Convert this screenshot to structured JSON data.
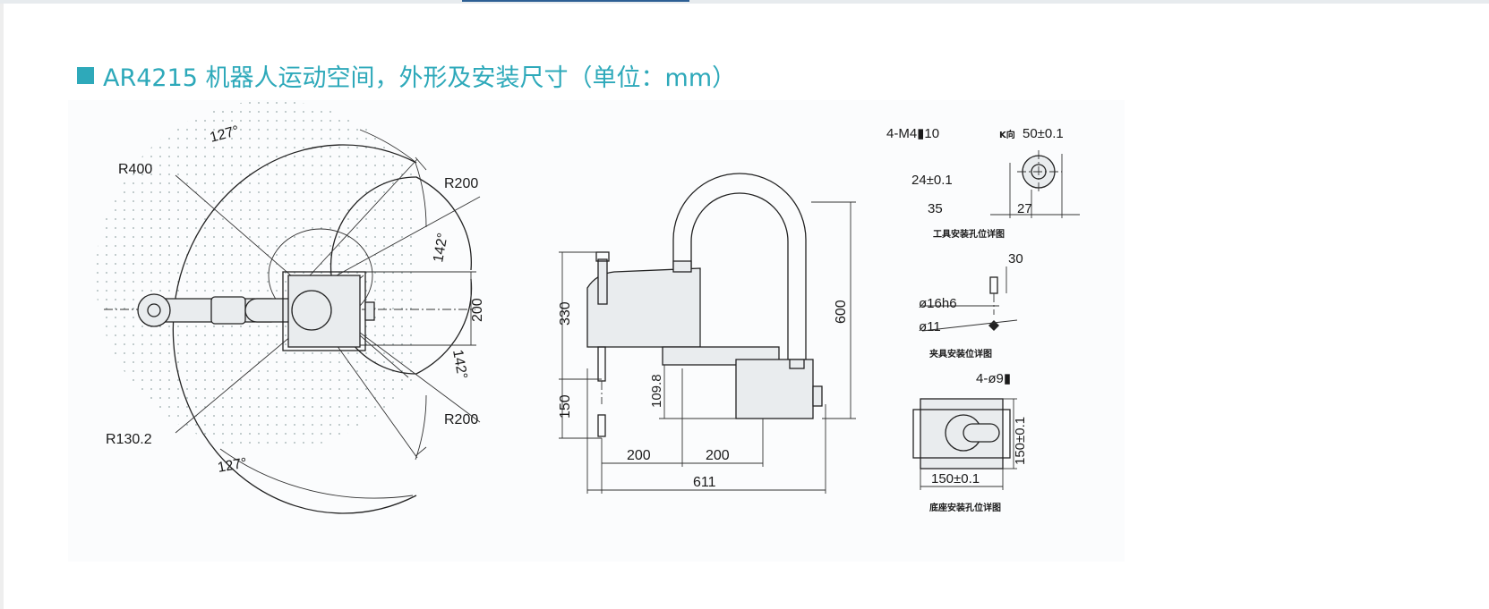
{
  "heading": {
    "text": "AR4215 机器人运动空间，外形及安装尺寸（单位：mm）"
  },
  "top_view": {
    "angle_top": "127°",
    "angle_bottom": "127°",
    "angle_right_top": "142°",
    "angle_right_bottom": "142°",
    "r400": "R400",
    "r200_top": "R200",
    "r200_bottom": "R200",
    "r130": "R130.2",
    "dim_200": "200"
  },
  "side_view": {
    "dim_330": "330",
    "dim_150": "150",
    "dim_109": "109.8",
    "dim_600": "600",
    "dim_200_a": "200",
    "dim_200_b": "200",
    "dim_611": "611"
  },
  "tool_detail": {
    "m4": "4-M4▮10",
    "k_dir": "K向",
    "d50": "50±0.1",
    "d24": "24±0.1",
    "d35": "35",
    "d27": "27",
    "caption": "工具安装孔位详图"
  },
  "fixture_detail": {
    "d30": "30",
    "d16": "ø16h6",
    "d11": "ø11",
    "caption": "夹具安装位详图"
  },
  "base_detail": {
    "holes": "4-ø9▮",
    "d150v": "150±0.1",
    "d150h": "150±0.1",
    "caption": "底座安装孔位详图"
  }
}
